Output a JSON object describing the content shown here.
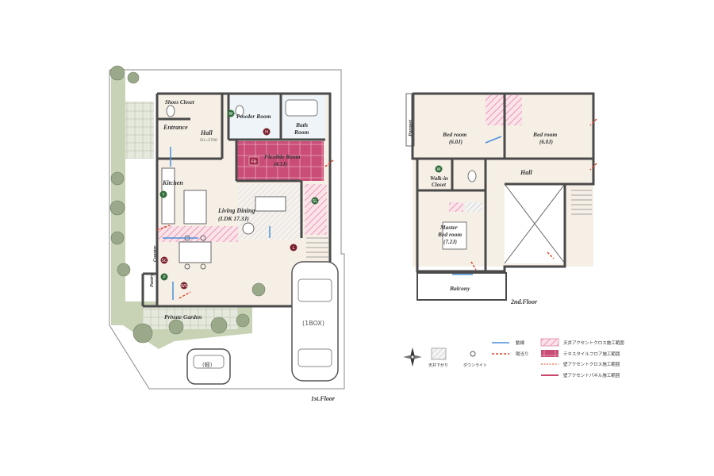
{
  "floor1": {
    "caption": "1st.Floor",
    "rooms": {
      "shoes_closet": "Shoes Closet",
      "entrance": "Entrance",
      "hall": "Hall",
      "hall_ch": "CH=2700",
      "powder_room": "Powder Room",
      "bath_room_1": "Bath",
      "bath_room_2": "Room",
      "flexible_room": "Flexible Room",
      "flexible_size": "(4.1J)",
      "kitchen": "Kitchen",
      "living_dining": "Living Dining",
      "ldk_size": "(LDK 17.3J)",
      "counter": "Counter",
      "pantry": "Pantry",
      "private_garden": "Private Garden",
      "parking_small": "(軽)",
      "parking_box": "(1BOX)"
    },
    "badges": {
      "fr": "FR",
      "y": "Y",
      "sc": "SC",
      "p": "P",
      "ws": "WS",
      "sl": "SL",
      "l": "L",
      "w": "W",
      "h": "H"
    }
  },
  "floor2": {
    "caption": "2nd.Floor",
    "rooms": {
      "parapet": "Parapet",
      "bedroom_a": "Bed room",
      "bedroom_a_size": "(6.0J)",
      "bedroom_b": "Bed room",
      "bedroom_b_size": "(6.0J)",
      "walkin_1": "Walk-in",
      "walkin_2": "Closet",
      "hall": "Hall",
      "master_1": "Master",
      "master_2": "Bed room",
      "master_size": "(7.2J)",
      "balcony": "Balcony"
    },
    "badges": {
      "w": "W"
    }
  },
  "legend": {
    "flow_line": "動線",
    "sightline": "陽当り",
    "ceiling_drop": "天井下がり",
    "downlight": "ダウンライト",
    "accent_cross_ceiling": "天井アクセントクロス施工範囲",
    "textile_floor": "テキスタイルフロア施工範囲",
    "accent_cross_wall": "壁アクセントクロス施工範囲",
    "accent_panel_wall": "壁アクセントパネル施工範囲"
  },
  "colors": {
    "wall": "#4a4a4a",
    "floor": "#f6efe6",
    "pink_floor": "#c94d76",
    "pink_hatch": "#e79ab3",
    "garden": "#c7d3b4",
    "tree": "#9aa98a",
    "badge": "#7a1f2b",
    "badge_green": "#2f6b3a",
    "arrow_blue": "#4a90d9",
    "arrow_red": "#e0442e"
  }
}
